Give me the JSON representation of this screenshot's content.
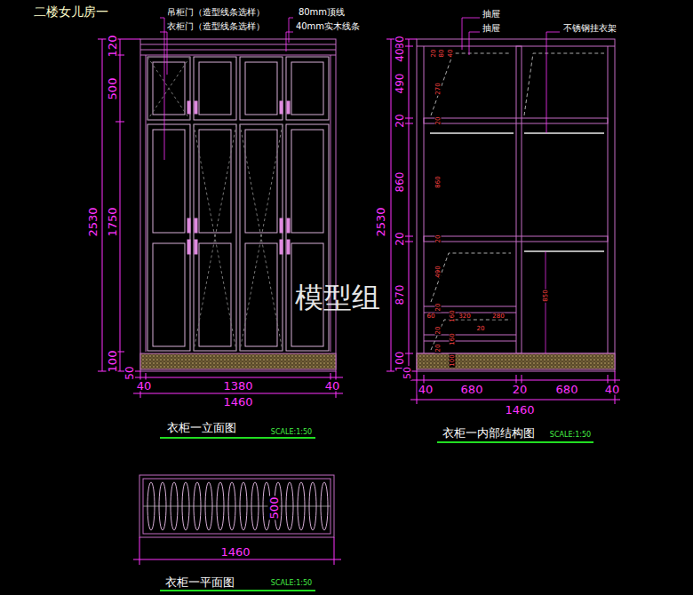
{
  "diagram": {
    "title": "二楼女儿房一",
    "labels": [
      "吊柜门（造型线条选样）",
      "衣柜门（造型线条选样）",
      "80mm顶线",
      "40mm实木线条",
      "120",
      "500",
      "2530",
      "1750",
      "100",
      "50",
      "40",
      "1380",
      "40",
      "1460",
      "衣柜一立面图",
      "SCALE:1:50",
      "抽屉",
      "抽屉",
      "不锈钢挂衣架",
      "80",
      "40",
      "490",
      "20",
      "860",
      "20",
      "870",
      "100",
      "50",
      "2530",
      "20",
      "80",
      "40",
      "270",
      "20",
      "860",
      "20",
      "490",
      "20",
      "60",
      "160",
      "320",
      "280",
      "20",
      "20",
      "160",
      "20",
      "100",
      "850",
      "40",
      "680",
      "20",
      "680",
      "40",
      "1460",
      "衣柜一内部结构图",
      "SCALE:1:50",
      "500",
      "1460",
      "衣柜一平面图",
      "SCALE:1:50",
      "模型组"
    ]
  }
}
